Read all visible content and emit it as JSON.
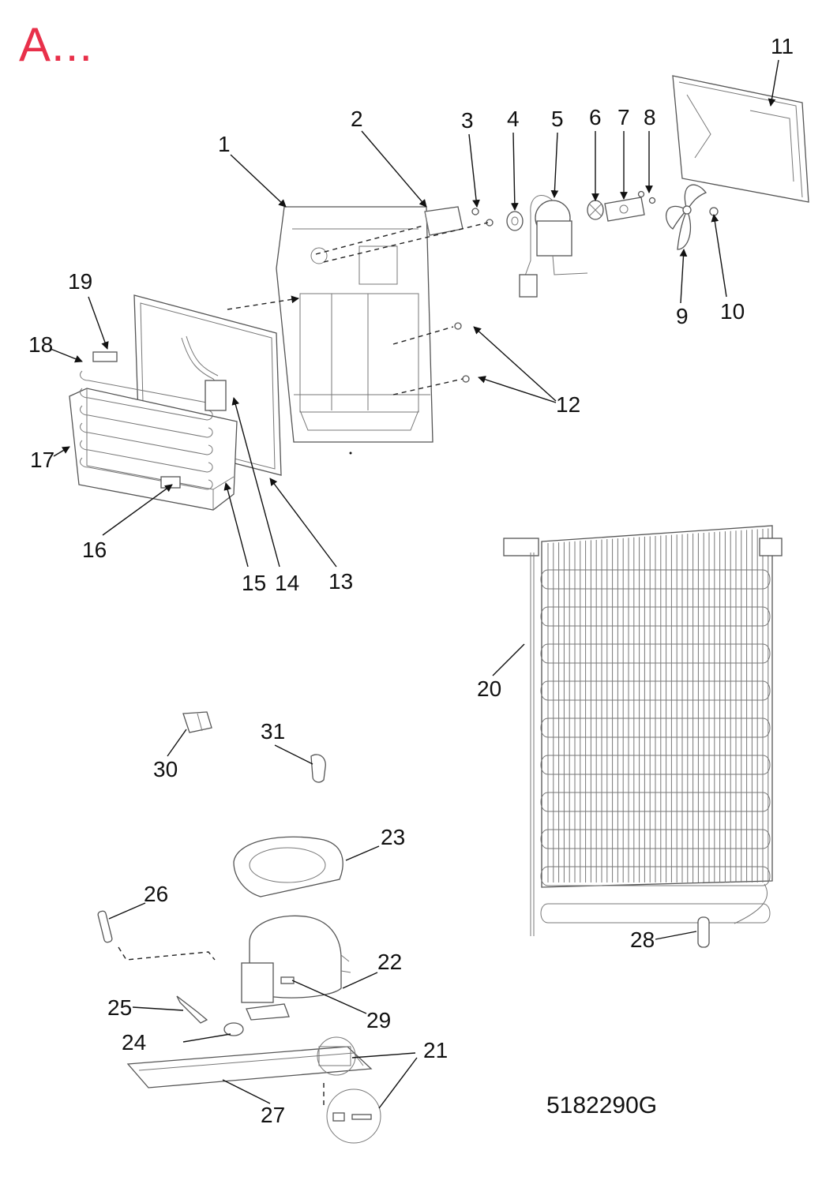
{
  "diagram": {
    "section_letter": "A...",
    "document_code": "5182290G",
    "callouts": [
      "1",
      "2",
      "3",
      "4",
      "5",
      "6",
      "7",
      "8",
      "9",
      "10",
      "11",
      "12",
      "13",
      "14",
      "15",
      "16",
      "17",
      "18",
      "19",
      "20",
      "21",
      "22",
      "23",
      "24",
      "25",
      "26",
      "27",
      "28",
      "29",
      "30",
      "31"
    ]
  }
}
